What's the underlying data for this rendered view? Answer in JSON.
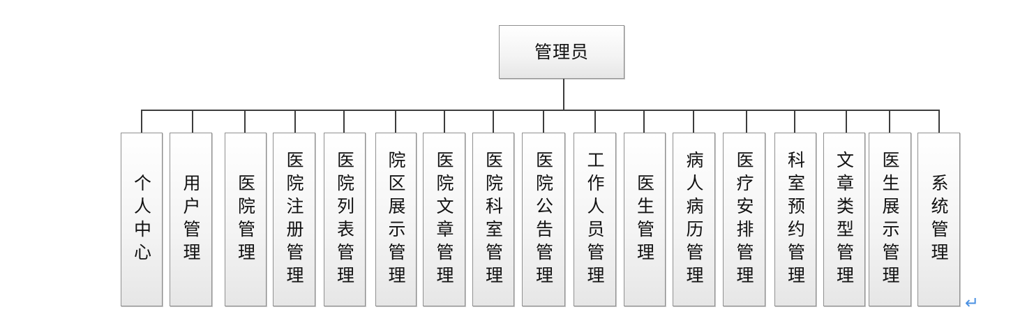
{
  "root": {
    "label": "管理员"
  },
  "children": [
    {
      "label": "个人中心"
    },
    {
      "label": "用户管理"
    },
    {
      "label": "医院管理"
    },
    {
      "label": "医院注册管理"
    },
    {
      "label": "医院列表管理"
    },
    {
      "label": "院区展示管理"
    },
    {
      "label": "医院文章管理"
    },
    {
      "label": "医院科室管理"
    },
    {
      "label": "医院公告管理"
    },
    {
      "label": "工作人员管理"
    },
    {
      "label": "医生管理"
    },
    {
      "label": "病人病历管理"
    },
    {
      "label": "医疗安排管理"
    },
    {
      "label": "科室预约管理"
    },
    {
      "label": "文章类型管理"
    },
    {
      "label": "医生展示管理"
    },
    {
      "label": "系统管理"
    }
  ],
  "colors": {
    "line": "#3c3c3c",
    "border": "#8f8f8f",
    "text": "#111111",
    "return_mark": "#4a90e2"
  },
  "icons": {
    "paragraph_mark": "return-arrow-icon"
  }
}
